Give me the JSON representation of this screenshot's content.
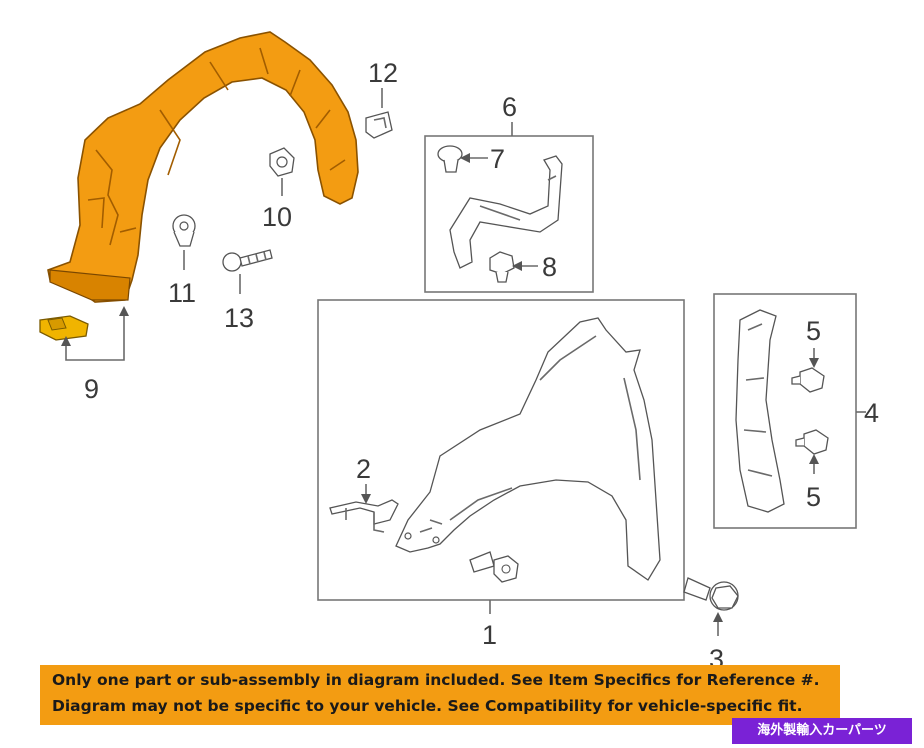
{
  "callouts": {
    "c1": "1",
    "c2": "2",
    "c3": "3",
    "c4": "4",
    "c5a": "5",
    "c5b": "5",
    "c6": "6",
    "c7": "7",
    "c8": "8",
    "c9": "9",
    "c10": "10",
    "c11": "11",
    "c12": "12",
    "c13": "13"
  },
  "banner": {
    "line1": "Only one part or sub-assembly in diagram included. See Item Specifics for Reference #.",
    "line2": "Diagram may not be specific to your vehicle. See Compatibility for vehicle-specific fit."
  },
  "tag": "海外製輸入カーパーツ",
  "colors": {
    "highlight_part": "#f39c12",
    "banner_bg": "#f39c12",
    "tag_bg": "#7a22d6"
  }
}
